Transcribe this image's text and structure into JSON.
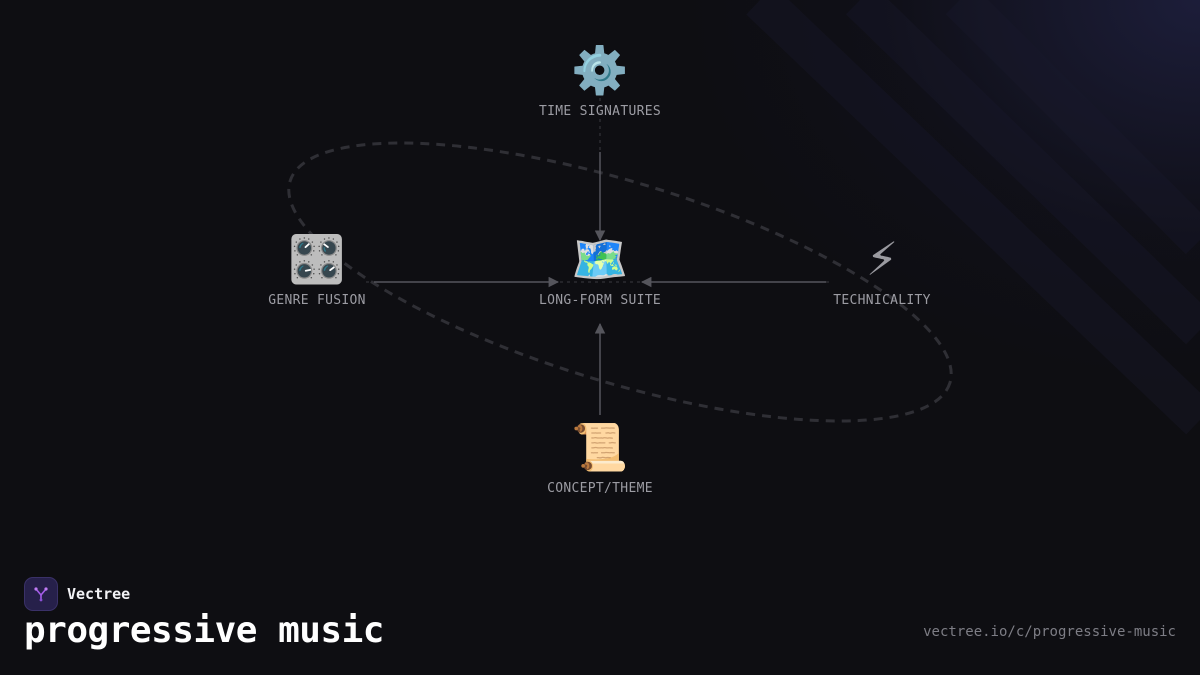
{
  "diagram": {
    "center": {
      "label": "LONG-FORM SUITE",
      "icon": "world-map-icon"
    },
    "nodes": [
      {
        "id": "time-signatures",
        "label": "TIME SIGNATURES",
        "icon": "gear-icon"
      },
      {
        "id": "genre-fusion",
        "label": "GENRE FUSION",
        "icon": "control-knobs-icon"
      },
      {
        "id": "technicality",
        "label": "TECHNICALITY",
        "icon": "high-voltage-icon"
      },
      {
        "id": "concept-theme",
        "label": "CONCEPT/THEME",
        "icon": "scroll-icon"
      }
    ],
    "edges": [
      {
        "from": "TIME SIGNATURES",
        "to": "LONG-FORM SUITE"
      },
      {
        "from": "GENRE FUSION",
        "to": "LONG-FORM SUITE"
      },
      {
        "from": "TECHNICALITY",
        "to": "LONG-FORM SUITE"
      },
      {
        "from": "CONCEPT/THEME",
        "to": "LONG-FORM SUITE"
      }
    ],
    "colors": {
      "edge": "#55555c",
      "orbit": "#2f2f35",
      "background": "#0e0e12"
    }
  },
  "brand": {
    "name": "Vectree",
    "logo_color": "#a35ce8"
  },
  "page": {
    "title": "progressive music",
    "url": "vectree.io/c/progressive-music"
  }
}
